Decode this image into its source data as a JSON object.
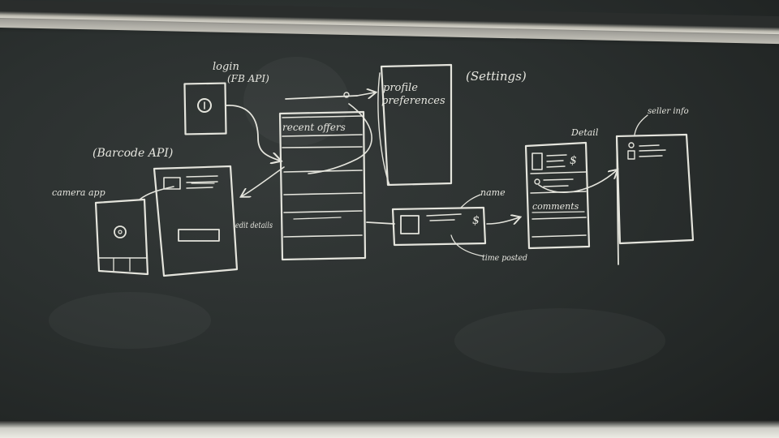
{
  "labels": {
    "login": "login",
    "fb_api": "(FB API)",
    "profile": "profile",
    "preferences": "preferences",
    "settings": "(Settings)",
    "recent_offers": "recent offers",
    "barcode_api": "(Barcode API)",
    "camera_app": "camera app",
    "edit_details": "edit details",
    "name": "name",
    "time_posted": "time posted",
    "detail": "Detail",
    "comments": "comments",
    "seller_info": "seller info",
    "dollar": "$"
  },
  "colors": {
    "board": "#2b302f",
    "chalk": "#e4e4dc",
    "frame": "#e9e7de"
  }
}
